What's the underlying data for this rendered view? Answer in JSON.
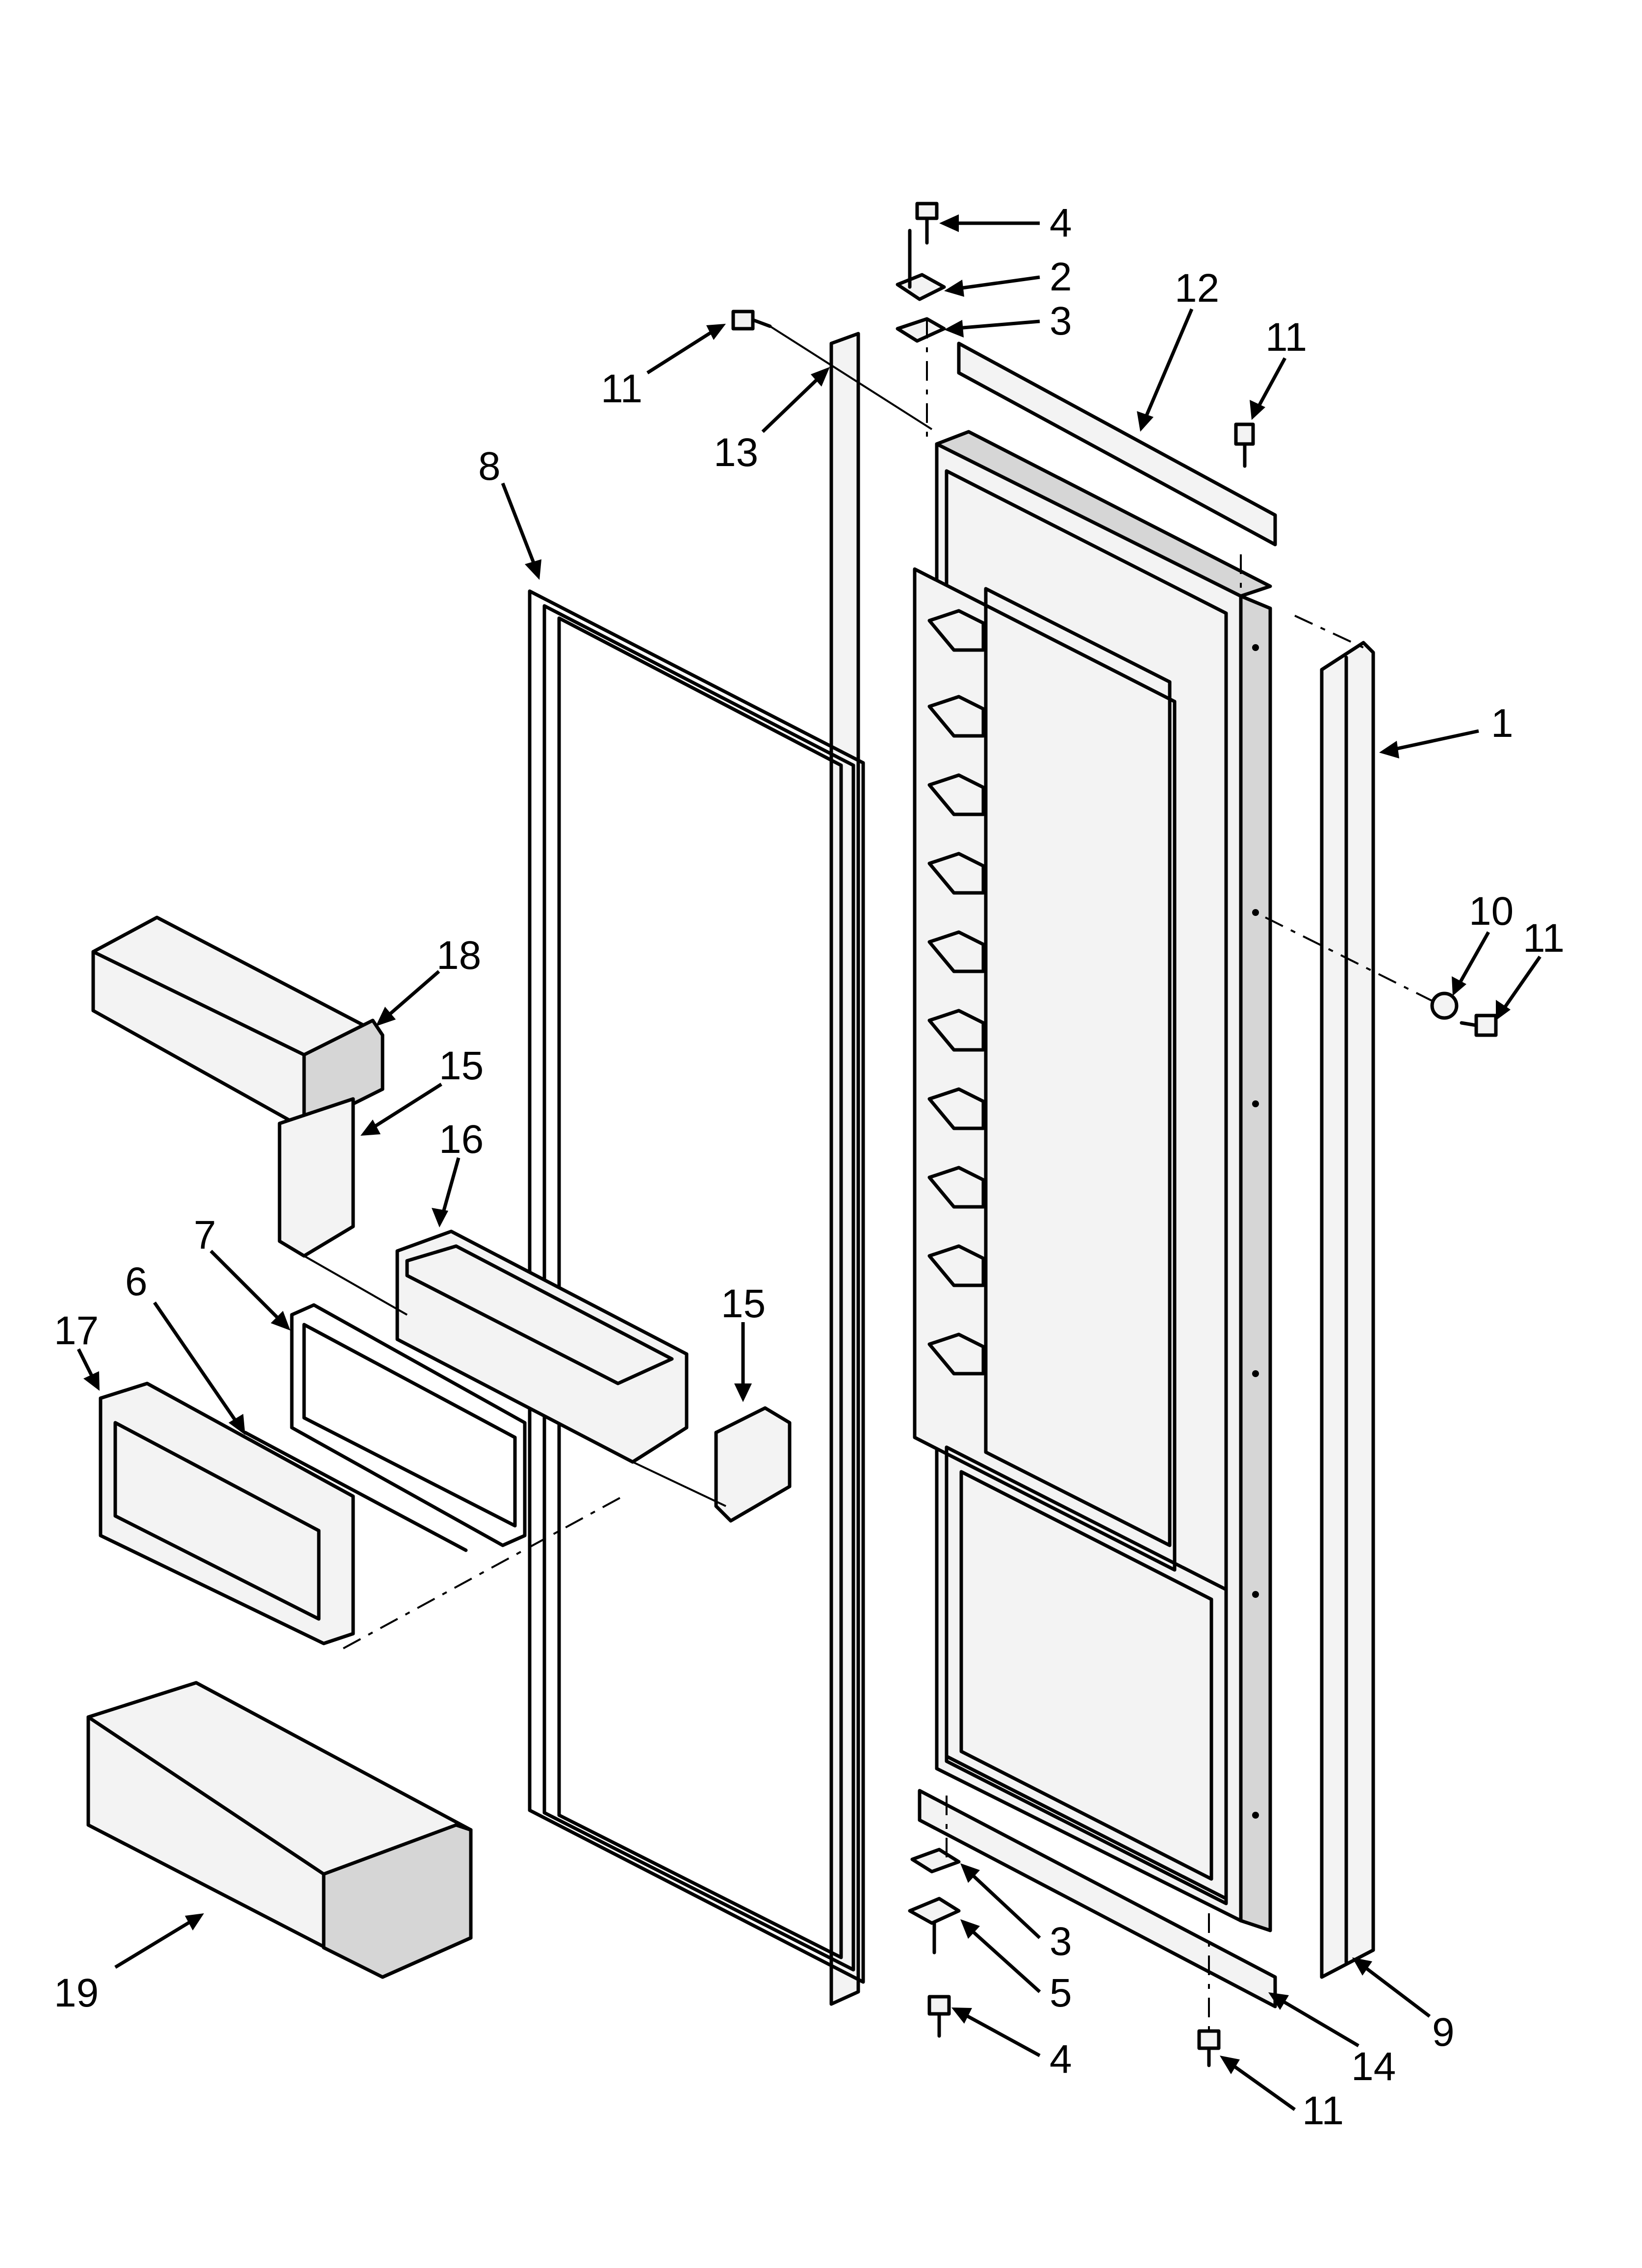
{
  "callouts": [
    {
      "id": "c4a",
      "label": "4"
    },
    {
      "id": "c2",
      "label": "2"
    },
    {
      "id": "c3a",
      "label": "3"
    },
    {
      "id": "c12",
      "label": "12"
    },
    {
      "id": "c11a",
      "label": "11"
    },
    {
      "id": "c11b",
      "label": "11"
    },
    {
      "id": "c13",
      "label": "13"
    },
    {
      "id": "c8",
      "label": "8"
    },
    {
      "id": "c1",
      "label": "1"
    },
    {
      "id": "c10",
      "label": "10"
    },
    {
      "id": "c11c",
      "label": "11"
    },
    {
      "id": "c18",
      "label": "18"
    },
    {
      "id": "c15a",
      "label": "15"
    },
    {
      "id": "c16",
      "label": "16"
    },
    {
      "id": "c7",
      "label": "7"
    },
    {
      "id": "c6",
      "label": "6"
    },
    {
      "id": "c17",
      "label": "17"
    },
    {
      "id": "c15b",
      "label": "15"
    },
    {
      "id": "c19",
      "label": "19"
    },
    {
      "id": "c3b",
      "label": "3"
    },
    {
      "id": "c5",
      "label": "5"
    },
    {
      "id": "c4b",
      "label": "4"
    },
    {
      "id": "c11d",
      "label": "11"
    },
    {
      "id": "c14",
      "label": "14"
    },
    {
      "id": "c9",
      "label": "9"
    }
  ]
}
